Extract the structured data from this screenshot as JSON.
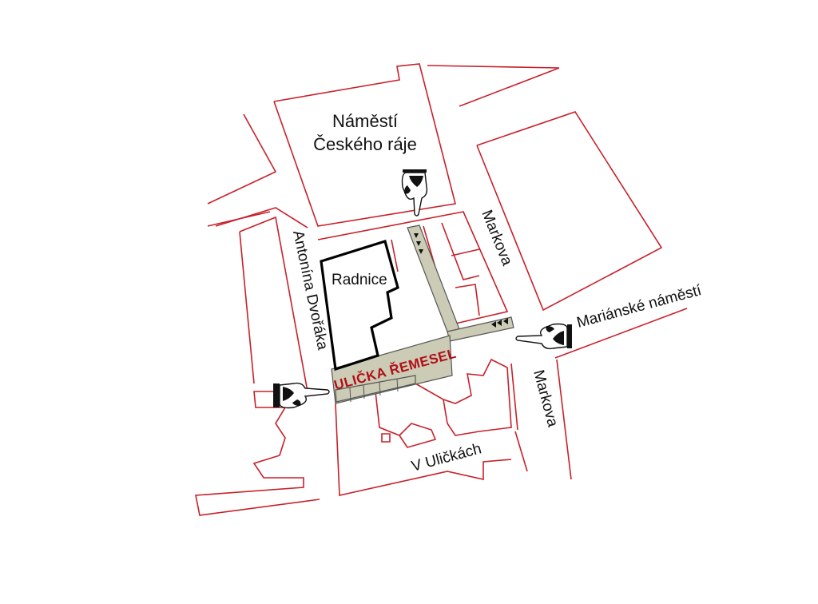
{
  "labels": {
    "square_line1": "Náměstí",
    "square_line2": "Českého ráje",
    "radnice": "Radnice",
    "ulicka": "ULIČKA ŘEMESEL",
    "antonina": "Antonína Dvořáka",
    "markova_top": "Markova",
    "markova_bottom": "Markova",
    "marianske": "Mariánské náměstí",
    "v_ulickach": "V Uličkách"
  },
  "colors": {
    "street_lines": "#c8202a",
    "lane_fill": "#cccbb5",
    "highlight_text": "#b01018",
    "town_hall_outline": "#000000"
  },
  "icons": {
    "pointer": "pointing-hand-icon",
    "direction": "arrowhead-marker"
  }
}
